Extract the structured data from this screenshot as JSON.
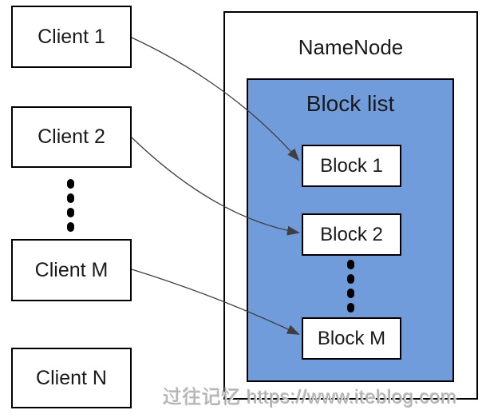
{
  "colors": {
    "background": "#ffffff",
    "box_border": "#000000",
    "text": "#1a1a1a",
    "block_list_fill": "#709CDB",
    "arrow_stroke": "#3f3f3f",
    "watermark_gray": "#b3b3b3"
  },
  "clients": [
    {
      "label": "Client 1"
    },
    {
      "label": "Client 2"
    },
    {
      "label": "Client M"
    },
    {
      "label": "Client N"
    }
  ],
  "namenode": {
    "title": "NameNode",
    "block_list": {
      "title": "Block list",
      "blocks": [
        {
          "label": "Block 1"
        },
        {
          "label": "Block 2"
        },
        {
          "label": "Block M"
        }
      ]
    }
  },
  "watermark": {
    "text": "过往记忆 https://www.iteblog.com"
  }
}
